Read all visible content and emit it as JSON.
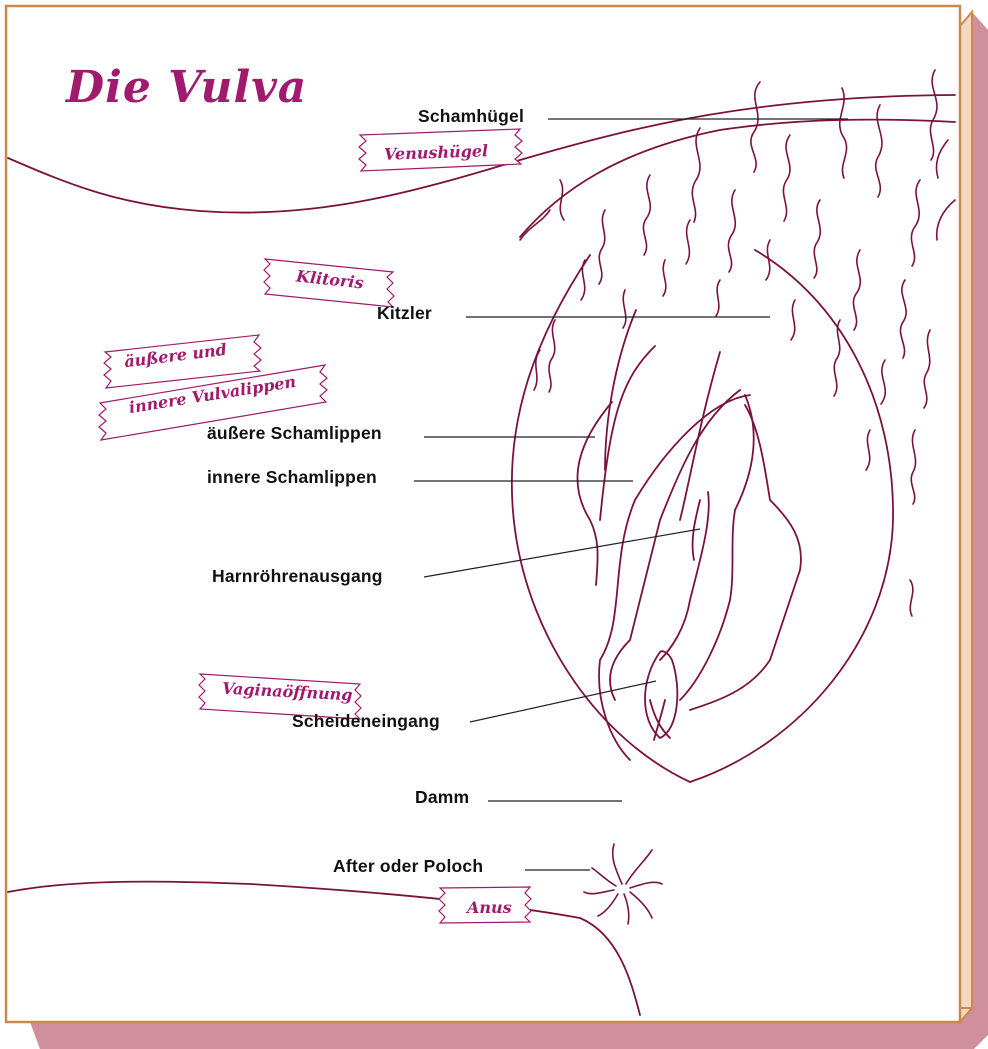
{
  "title": "Die Vulva",
  "colors": {
    "accent": "#a01a6e",
    "line": "#7a1240",
    "leader": "#222222",
    "paper": "#ffffff",
    "paper_edge": "#c98a50",
    "stack_shadow": "#cf8f9c"
  },
  "labels": {
    "schamhuegel": "Schamhügel",
    "kitzler": "Kitzler",
    "aeussere_schamlippen": "äußere Schamlippen",
    "innere_schamlippen": "innere Schamlippen",
    "harnroehrenausgang": "Harnröhrenausgang",
    "scheideneingang": "Scheideneingang",
    "damm": "Damm",
    "after": "After oder Poloch"
  },
  "tags": {
    "venushuegel": "Venushügel",
    "klitoris": "Klitoris",
    "vulvalippen_1": "äußere und",
    "vulvalippen_2": "innere Vulvalippen",
    "vaginaoeffnung": "Vaginaöffnung",
    "anus": "Anus"
  }
}
